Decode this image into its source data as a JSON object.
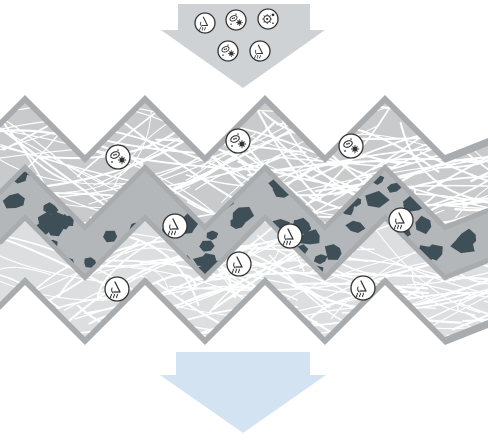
{
  "diagram": {
    "kind": "filter-layers",
    "flow": "top-to-bottom",
    "colors": {
      "inflow_arrow": "#cfd2d5",
      "outflow_arrow": "#d3e3f2",
      "layer_border": "#a9acaf",
      "fibre_layer_bg": "#c8cacc",
      "fibre_layer_light_bg": "#dcdedf",
      "fibre_strand": "#ffffff",
      "carbon_granule": "#3f4f58",
      "icon_circle_fill": "#ffffff",
      "icon_stroke": "#333333"
    },
    "inflow_particles": [
      {
        "icon": "odor-nose-icon"
      },
      {
        "icon": "bacteria-icon"
      },
      {
        "icon": "virus-icon"
      },
      {
        "icon": "bacteria-icon"
      },
      {
        "icon": "odor-nose-icon"
      }
    ],
    "layers": [
      {
        "name": "top-fibre-layer",
        "material": "fibre",
        "trapped_icons": [
          "bacteria-icon",
          "bacteria-icon",
          "bacteria-icon"
        ]
      },
      {
        "name": "activated-carbon-layer",
        "material": "carbon-granules",
        "trapped_icons": [
          "odor-nose-icon",
          "odor-nose-icon",
          "odor-nose-icon"
        ]
      },
      {
        "name": "bottom-fibre-layer",
        "material": "fibre",
        "trapped_icons": [
          "odor-nose-icon",
          "odor-nose-icon",
          "odor-nose-icon"
        ]
      }
    ],
    "outflow": {
      "icon": "clean-air-arrow"
    }
  }
}
